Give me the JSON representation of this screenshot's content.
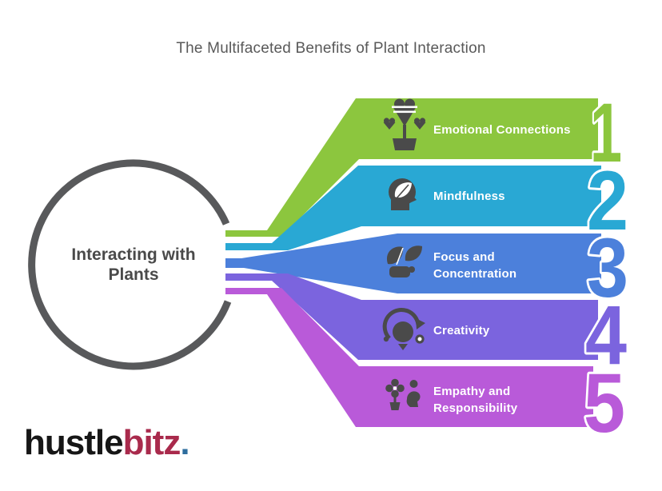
{
  "title": "The Multifaceted Benefits of Plant Interaction",
  "title_color": "#595959",
  "ring_color": "#58595B",
  "icon_color": "#4A4A4A",
  "text_color_on_band": "#FFFFFF",
  "center_text_color": "#4A4A4A",
  "center_label": {
    "line1": "Interacting with",
    "line2": "Plants"
  },
  "items": [
    {
      "number": "1",
      "color": "#8CC63E",
      "icon": "potted-heart-plant-icon",
      "label_lines": [
        "Emotional Connections"
      ]
    },
    {
      "number": "2",
      "color": "#29A8D4",
      "icon": "head-with-leaf-icon",
      "label_lines": [
        "Mindfulness"
      ]
    },
    {
      "number": "3",
      "color": "#4C80DB",
      "icon": "plant-in-hand-icon",
      "label_lines": [
        "Focus and",
        "Concentration"
      ]
    },
    {
      "number": "4",
      "color": "#7B64DE",
      "icon": "lightbulb-cycle-icon",
      "label_lines": [
        "Creativity"
      ]
    },
    {
      "number": "5",
      "color": "#B95AD9",
      "icon": "flower-person-icon",
      "label_lines": [
        "Empathy and",
        "Responsibility"
      ]
    }
  ],
  "logo": {
    "part1": "hustle",
    "part2": "bitz",
    "dot": ".",
    "part1_color": "#161616",
    "part2_color": "#A92A4C",
    "dot_color": "#2E6E9E"
  }
}
